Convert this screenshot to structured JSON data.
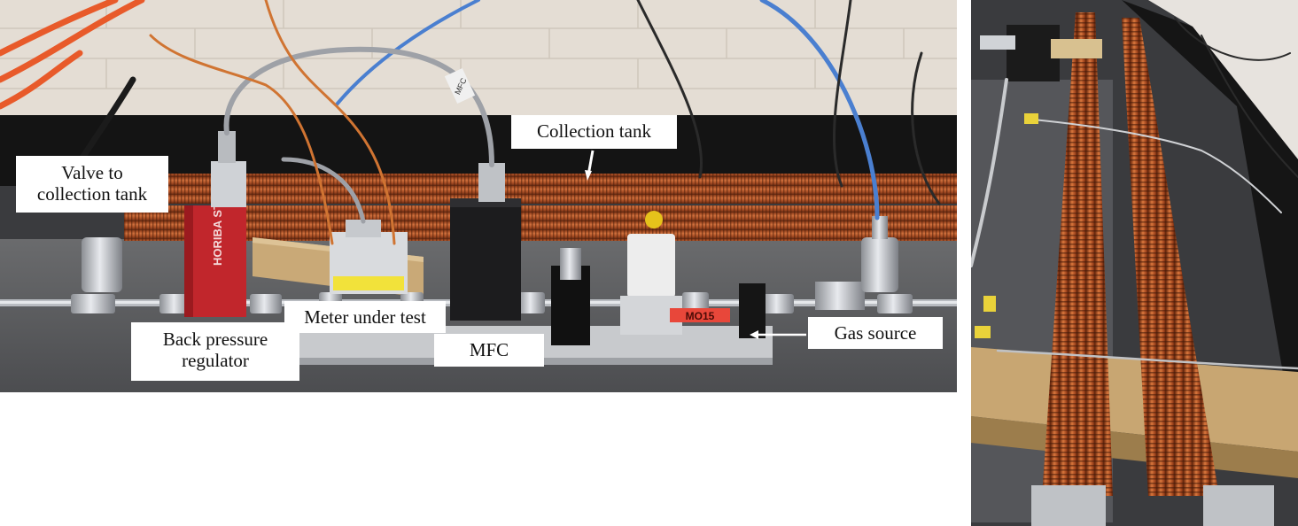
{
  "labels": {
    "collection_tank": "Collection tank",
    "valve_line1": "Valve to",
    "valve_line2": "collection tank",
    "bpr_line1": "Back pressure",
    "bpr_line2": "regulator",
    "meter_under_test": "Meter under test",
    "mfc": "MFC",
    "gas_source": "Gas source"
  },
  "device_text": {
    "horiba": "HORIBA STEC",
    "mfc_cable_tag": "MFC",
    "sticker": "MO15"
  },
  "colors": {
    "copper": "#b5572a",
    "copper_dark": "#7a3215",
    "wall": "#e4ddd4",
    "baseboard": "#141414",
    "floor": "#5e5f61",
    "horiba_red": "#c1262c",
    "blue_cable": "#4a7fd0",
    "orange_cable": "#e85a2a",
    "wood": "#c9a977"
  },
  "icons": [
    "arrow-pointer-icon"
  ]
}
